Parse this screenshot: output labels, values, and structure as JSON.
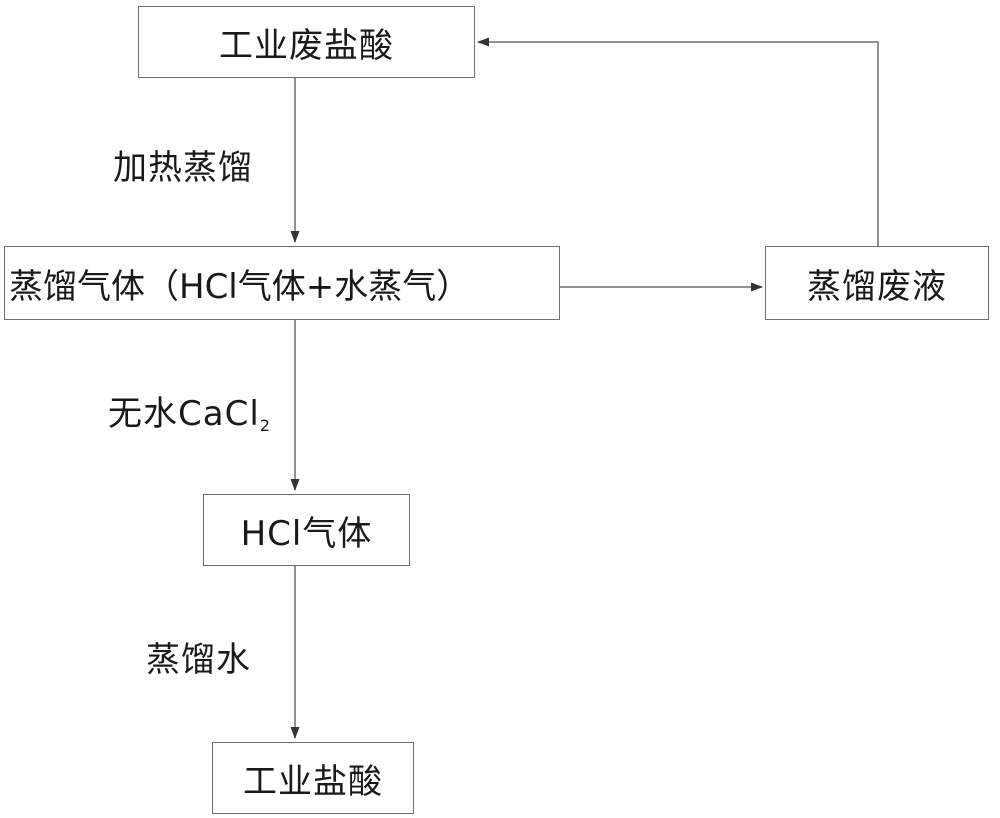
{
  "nodes": {
    "waste_hcl": "工业废盐酸",
    "distill_gas": "蒸馏气体（HCl气体+水蒸气）",
    "distill_waste": "蒸馏废液",
    "hcl_gas": "HCl气体",
    "industrial_hcl": "工业盐酸"
  },
  "edges": {
    "heat_distill": "加热蒸馏",
    "cacl2_main": "无水CaCl",
    "cacl2_sub": "2",
    "distilled_water": "蒸馏水"
  },
  "colors": {
    "line": "#6f6f6f",
    "arrow": "#333333"
  }
}
